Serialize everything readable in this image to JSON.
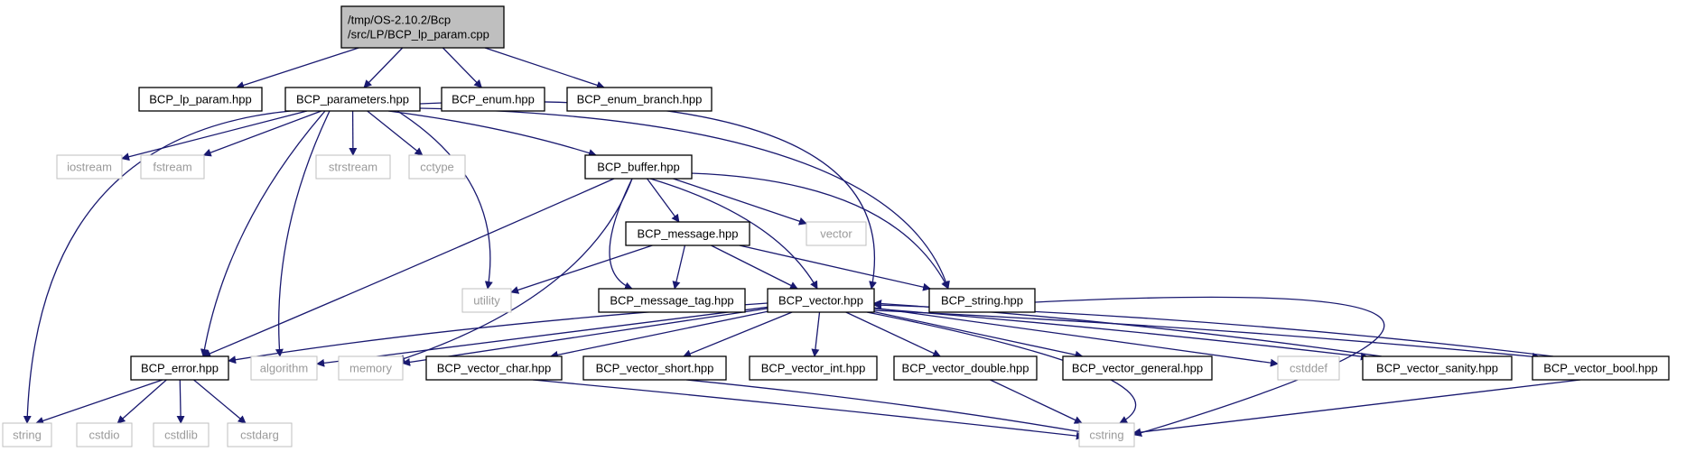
{
  "diagram": {
    "type": "include-dependency-graph",
    "colors": {
      "edge": "#191970",
      "root_fill": "#bfbfbf",
      "external_border": "#bfbfbf",
      "external_text": "#9a9a9a"
    },
    "nodes": [
      {
        "id": "root",
        "lines": [
          "/tmp/OS-2.10.2/Bcp",
          "/src/LP/BCP_lp_param.cpp"
        ],
        "kind": "root"
      },
      {
        "id": "lp_param",
        "lines": [
          "BCP_lp_param.hpp"
        ],
        "kind": "file"
      },
      {
        "id": "parameters",
        "lines": [
          "BCP_parameters.hpp"
        ],
        "kind": "file"
      },
      {
        "id": "enum",
        "lines": [
          "BCP_enum.hpp"
        ],
        "kind": "file"
      },
      {
        "id": "enum_branch",
        "lines": [
          "BCP_enum_branch.hpp"
        ],
        "kind": "file"
      },
      {
        "id": "iostream",
        "lines": [
          "iostream"
        ],
        "kind": "external"
      },
      {
        "id": "fstream",
        "lines": [
          "fstream"
        ],
        "kind": "external"
      },
      {
        "id": "strstream",
        "lines": [
          "strstream"
        ],
        "kind": "external"
      },
      {
        "id": "cctype",
        "lines": [
          "cctype"
        ],
        "kind": "external"
      },
      {
        "id": "buffer",
        "lines": [
          "BCP_buffer.hpp"
        ],
        "kind": "file"
      },
      {
        "id": "message",
        "lines": [
          "BCP_message.hpp"
        ],
        "kind": "file"
      },
      {
        "id": "vector_std",
        "lines": [
          "vector"
        ],
        "kind": "external"
      },
      {
        "id": "utility",
        "lines": [
          "utility"
        ],
        "kind": "external"
      },
      {
        "id": "message_tag",
        "lines": [
          "BCP_message_tag.hpp"
        ],
        "kind": "file"
      },
      {
        "id": "vector_hpp",
        "lines": [
          "BCP_vector.hpp"
        ],
        "kind": "file"
      },
      {
        "id": "string_hpp",
        "lines": [
          "BCP_string.hpp"
        ],
        "kind": "file"
      },
      {
        "id": "error",
        "lines": [
          "BCP_error.hpp"
        ],
        "kind": "file"
      },
      {
        "id": "algorithm",
        "lines": [
          "algorithm"
        ],
        "kind": "external"
      },
      {
        "id": "memory",
        "lines": [
          "memory"
        ],
        "kind": "external"
      },
      {
        "id": "vector_char",
        "lines": [
          "BCP_vector_char.hpp"
        ],
        "kind": "file"
      },
      {
        "id": "vector_short",
        "lines": [
          "BCP_vector_short.hpp"
        ],
        "kind": "file"
      },
      {
        "id": "vector_int",
        "lines": [
          "BCP_vector_int.hpp"
        ],
        "kind": "file"
      },
      {
        "id": "vector_double",
        "lines": [
          "BCP_vector_double.hpp"
        ],
        "kind": "file"
      },
      {
        "id": "vector_general",
        "lines": [
          "BCP_vector_general.hpp"
        ],
        "kind": "file"
      },
      {
        "id": "cstddef",
        "lines": [
          "cstddef"
        ],
        "kind": "external"
      },
      {
        "id": "vector_sanity",
        "lines": [
          "BCP_vector_sanity.hpp"
        ],
        "kind": "file"
      },
      {
        "id": "vector_bool",
        "lines": [
          "BCP_vector_bool.hpp"
        ],
        "kind": "file"
      },
      {
        "id": "string_std",
        "lines": [
          "string"
        ],
        "kind": "external"
      },
      {
        "id": "cstdio",
        "lines": [
          "cstdio"
        ],
        "kind": "external"
      },
      {
        "id": "cstdlib",
        "lines": [
          "cstdlib"
        ],
        "kind": "external"
      },
      {
        "id": "cstdarg",
        "lines": [
          "cstdarg"
        ],
        "kind": "external"
      },
      {
        "id": "cstring",
        "lines": [
          "cstring"
        ],
        "kind": "external"
      }
    ],
    "edges": [
      [
        "root",
        "lp_param"
      ],
      [
        "root",
        "parameters"
      ],
      [
        "root",
        "enum"
      ],
      [
        "root",
        "enum_branch"
      ],
      [
        "parameters",
        "iostream"
      ],
      [
        "parameters",
        "fstream"
      ],
      [
        "parameters",
        "strstream"
      ],
      [
        "parameters",
        "cctype"
      ],
      [
        "parameters",
        "buffer"
      ],
      [
        "parameters",
        "string_std"
      ],
      [
        "parameters",
        "error"
      ],
      [
        "parameters",
        "algorithm"
      ],
      [
        "parameters",
        "utility"
      ],
      [
        "parameters",
        "vector_hpp"
      ],
      [
        "parameters",
        "string_hpp"
      ],
      [
        "buffer",
        "message"
      ],
      [
        "buffer",
        "vector_std"
      ],
      [
        "buffer",
        "vector_hpp"
      ],
      [
        "buffer",
        "string_hpp"
      ],
      [
        "buffer",
        "message_tag"
      ],
      [
        "buffer",
        "memory"
      ],
      [
        "buffer",
        "error"
      ],
      [
        "message",
        "utility"
      ],
      [
        "message",
        "message_tag"
      ],
      [
        "message",
        "vector_hpp"
      ],
      [
        "message",
        "string_hpp"
      ],
      [
        "string_hpp",
        "cstring"
      ],
      [
        "vector_hpp",
        "error"
      ],
      [
        "vector_hpp",
        "algorithm"
      ],
      [
        "vector_hpp",
        "memory"
      ],
      [
        "vector_hpp",
        "vector_char"
      ],
      [
        "vector_hpp",
        "vector_short"
      ],
      [
        "vector_hpp",
        "vector_int"
      ],
      [
        "vector_hpp",
        "vector_double"
      ],
      [
        "vector_hpp",
        "vector_general"
      ],
      [
        "vector_hpp",
        "cstddef"
      ],
      [
        "vector_hpp",
        "vector_sanity"
      ],
      [
        "vector_hpp",
        "vector_bool"
      ],
      [
        "vector_hpp",
        "cstring"
      ],
      [
        "vector_sanity",
        "vector_hpp"
      ],
      [
        "vector_bool",
        "vector_hpp"
      ],
      [
        "error",
        "string_std"
      ],
      [
        "error",
        "cstdio"
      ],
      [
        "error",
        "cstdlib"
      ],
      [
        "error",
        "cstdarg"
      ],
      [
        "vector_char",
        "cstring"
      ],
      [
        "vector_short",
        "cstring"
      ],
      [
        "vector_double",
        "cstring"
      ],
      [
        "vector_bool",
        "cstring"
      ]
    ]
  }
}
